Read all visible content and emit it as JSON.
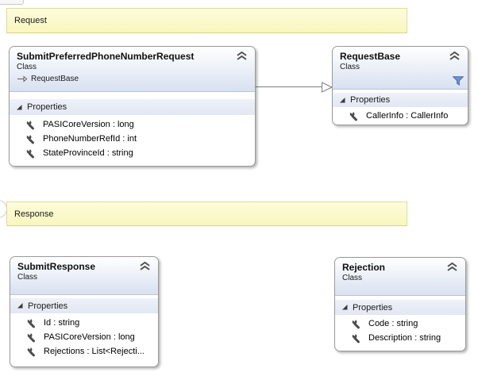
{
  "diagram": {
    "kind": "visual-studio-class-diagram",
    "comments": [
      {
        "label": "Request"
      },
      {
        "label": "Response"
      }
    ],
    "classes": [
      {
        "title": "SubmitPreferredPhoneNumberRequest",
        "stereotype": "Class",
        "base_type": "RequestBase",
        "compartment": "Properties",
        "members": [
          "PASICoreVersion : long",
          "PhoneNumberRefId : int",
          "StateProvinceId : string"
        ]
      },
      {
        "title": "RequestBase",
        "stereotype": "Class",
        "compartment": "Properties",
        "members": [
          "CallerInfo : CallerInfo"
        ]
      },
      {
        "title": "SubmitResponse",
        "stereotype": "Class",
        "compartment": "Properties",
        "members": [
          "Id : string",
          "PASICoreVersion : long",
          "Rejections : List<Rejecti..."
        ]
      },
      {
        "title": "Rejection",
        "stereotype": "Class",
        "compartment": "Properties",
        "members": [
          "Code : string",
          "Description : string"
        ]
      }
    ],
    "relationships": [
      {
        "type": "inheritance",
        "from": "SubmitPreferredPhoneNumberRequest",
        "to": "RequestBase"
      }
    ],
    "icons": {
      "collapse": "double-chevron-up",
      "expander": "expanded-triangle",
      "member": "wrench",
      "filter": "funnel",
      "inheritance_glyph": "open-arrow-right"
    },
    "colors": {
      "comment_fill": "#faf8c4",
      "comment_border": "#dfdb9b",
      "header_gradient_bottom": "#d8e1f1",
      "compartment_fill": "#e5e9f4",
      "box_border": "#9a9a9a",
      "connector": "#7f7f7f",
      "filter_blue": "#5b84cc"
    }
  }
}
